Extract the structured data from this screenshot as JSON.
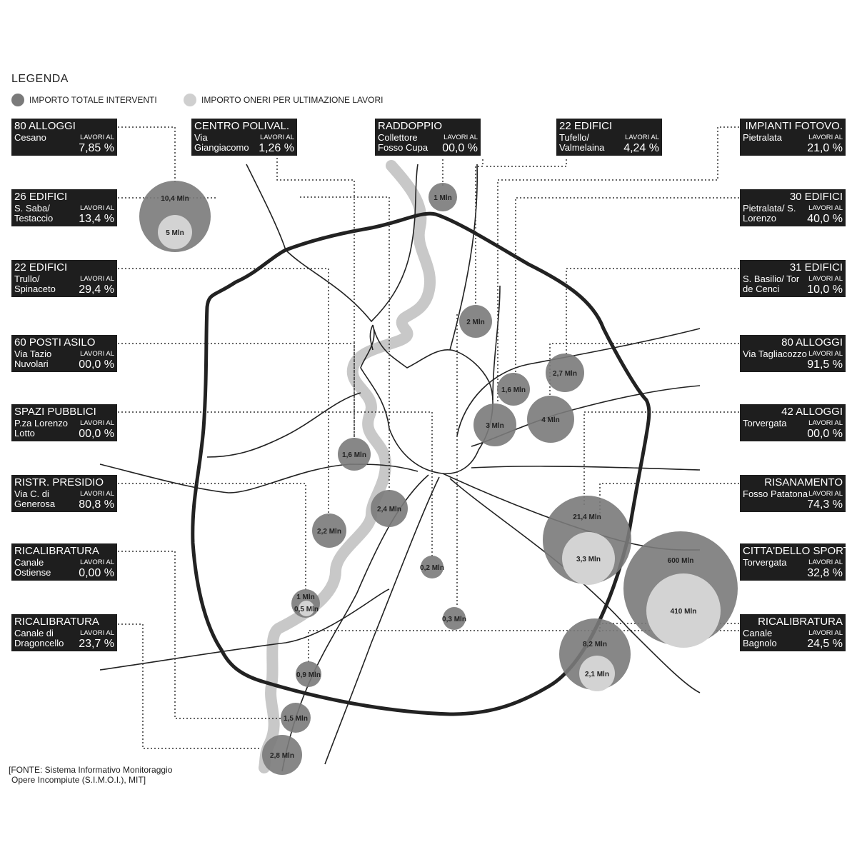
{
  "legend": {
    "title": "LEGENDA",
    "items": [
      {
        "label": "IMPORTO  TOTALE  INTERVENTI",
        "color": "#7a7a7a"
      },
      {
        "label": "IMPORTO  ONERI PER ULTIMAZIONE LAVORI",
        "color": "#cfcfcf"
      }
    ]
  },
  "lavori_label": "LAVORI AL",
  "projects_left": [
    {
      "title": "80 ALLOGGI",
      "location": "Cesano",
      "percent": "7,85 %"
    },
    {
      "title": "26 EDIFICI",
      "location": "S. Saba/ Testaccio",
      "percent": "13,4 %"
    },
    {
      "title": "22 EDIFICI",
      "location": "Trullo/ Spinaceto",
      "percent": "29,4 %"
    },
    {
      "title": "60 POSTI ASILO",
      "location": "Via Tazio Nuvolari",
      "percent": "00,0 %"
    },
    {
      "title": "SPAZI PUBBLICI",
      "location": "P.za Lorenzo Lotto",
      "percent": "00,0 %"
    },
    {
      "title": "RISTR. PRESIDIO",
      "location": "Via C. di Generosa",
      "percent": "80,8 %"
    },
    {
      "title": "RICALIBRATURA",
      "location": "Canale Ostiense",
      "percent": "0,00 %"
    },
    {
      "title": "RICALIBRATURA",
      "location": "Canale di Dragoncello",
      "percent": "23,7 %"
    }
  ],
  "projects_top": [
    {
      "title": "CENTRO POLIVAL.",
      "location": "Via Giangiacomo",
      "percent": "1,26 %"
    },
    {
      "title": "RADDOPPIO",
      "location": "Collettore Fosso Cupa",
      "percent": "00,0 %"
    },
    {
      "title": "22 EDIFICI",
      "location": "Tufello/ Valmelaina",
      "percent": "4,24 %"
    }
  ],
  "projects_right": [
    {
      "title": "IMPIANTI FOTOVO.",
      "location": "Pietralata",
      "percent": "21,0 %"
    },
    {
      "title": "30 EDIFICI",
      "location": "Pietralata/ S. Lorenzo",
      "percent": "40,0 %"
    },
    {
      "title": "31 EDIFICI",
      "location": "S. Basilio/ Tor de Cenci",
      "percent": "10,0 %"
    },
    {
      "title": "80 ALLOGGI",
      "location": "Via Tagliacozzo",
      "percent": "91,5 %"
    },
    {
      "title": "42 ALLOGGI",
      "location": "Torvergata",
      "percent": "00,0 %"
    },
    {
      "title": "RISANAMENTO",
      "location": "Fosso Patatona",
      "percent": "74,3 %"
    },
    {
      "title": "CITTA'DELLO SPORT",
      "location": "Torvergata",
      "percent": "32,8 %"
    },
    {
      "title": "RICALIBRATURA",
      "location": "Canale Bagnolo",
      "percent": "24,5 %"
    }
  ],
  "bubbles": [
    {
      "total": "10,4 Mln",
      "remaining": "5 Mln"
    },
    {
      "total": "1 Mln"
    },
    {
      "total": "2 Mln"
    },
    {
      "total": "1,6 Mln"
    },
    {
      "total": "2,7 Mln"
    },
    {
      "total": "3 Mln"
    },
    {
      "total": "4 Mln"
    },
    {
      "total": "1,6 Mln"
    },
    {
      "total": "2,4 Mln"
    },
    {
      "total": "2,2 Mln"
    },
    {
      "total": "0,2 Mln"
    },
    {
      "total": "21,4 Mln",
      "remaining": "3,3 Mln"
    },
    {
      "total": "600 Mln",
      "remaining": "410 Mln"
    },
    {
      "total": "1 Mln",
      "remaining": "0,5 Mln"
    },
    {
      "total": "0,3 Mln"
    },
    {
      "total": "8,2 Mln",
      "remaining": "2,1 Mln"
    },
    {
      "total": "0,9 Mln"
    },
    {
      "total": "1,5 Mln"
    },
    {
      "total": "2,8 Mln"
    }
  ],
  "source": {
    "line1": "[FONTE: Sistema Informativo Monitoraggio",
    "line2": "Opere Incompiute (S.I.M.O.I.), MIT]"
  }
}
